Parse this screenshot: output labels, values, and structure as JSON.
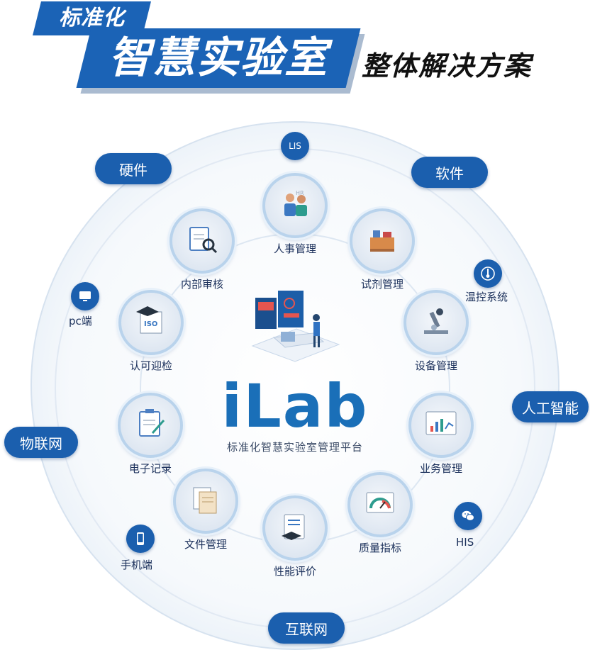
{
  "title": {
    "line1": "标准化",
    "line2": "智慧实验室",
    "line3": "整体解决方案"
  },
  "center": {
    "brand": "iLab",
    "subtitle": "标准化智慧实验室管理平台"
  },
  "outer_pills": {
    "hardware": "硬件",
    "software": "软件",
    "ai": "人工智能",
    "iot": "物联网",
    "internet": "互联网"
  },
  "ring_items": {
    "lis": "LIS",
    "temp_control": "温控系统",
    "pc": "pc端",
    "his": "HIS",
    "mobile": "手机端"
  },
  "modules": [
    {
      "label": "人事管理",
      "icon": "hr-people-icon"
    },
    {
      "label": "试剂管理",
      "icon": "reagent-box-icon"
    },
    {
      "label": "设备管理",
      "icon": "microscope-icon"
    },
    {
      "label": "业务管理",
      "icon": "dashboard-chart-icon"
    },
    {
      "label": "质量指标",
      "icon": "gauge-icon"
    },
    {
      "label": "性能评价",
      "icon": "graduation-clipboard-icon"
    },
    {
      "label": "文件管理",
      "icon": "documents-icon"
    },
    {
      "label": "电子记录",
      "icon": "clipboard-pen-icon"
    },
    {
      "label": "认可迎检",
      "icon": "iso-certificate-icon"
    },
    {
      "label": "内部审核",
      "icon": "audit-magnifier-icon"
    }
  ],
  "colors": {
    "brand_blue": "#1b5fae",
    "title_blue": "#1b63b6",
    "ring_stroke": "#d6e2ef"
  }
}
